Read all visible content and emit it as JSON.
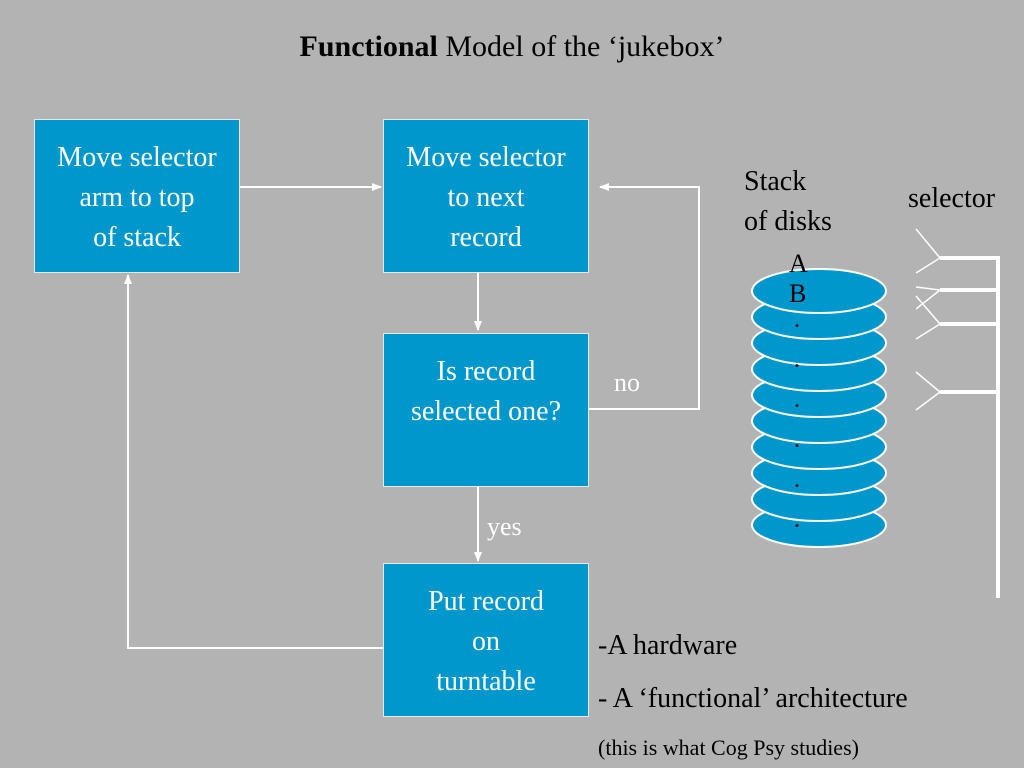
{
  "title": {
    "bold": "Functional",
    "rest": " Model of the ‘jukebox’"
  },
  "boxes": {
    "move_arm": "Move selector\narm to top\nof stack",
    "move_next": "Move selector\nto next\nrecord",
    "is_selected": "Is record\nselected one?",
    "put_record": "Put record\non\nturntable"
  },
  "edge_labels": {
    "no": "no",
    "yes": "yes"
  },
  "stack": {
    "label": "Stack\nof disks",
    "selector_label": "selector",
    "disk_a": "A",
    "disk_b": "B",
    "dot": "."
  },
  "notes": {
    "line1": "-A hardware",
    "line2": "- A ‘functional’ architecture",
    "line3": "(this is what Cog Psy studies)"
  },
  "colors": {
    "background": "#b3b3b3",
    "box_fill": "#0097cc",
    "lines": "#ffffff"
  }
}
